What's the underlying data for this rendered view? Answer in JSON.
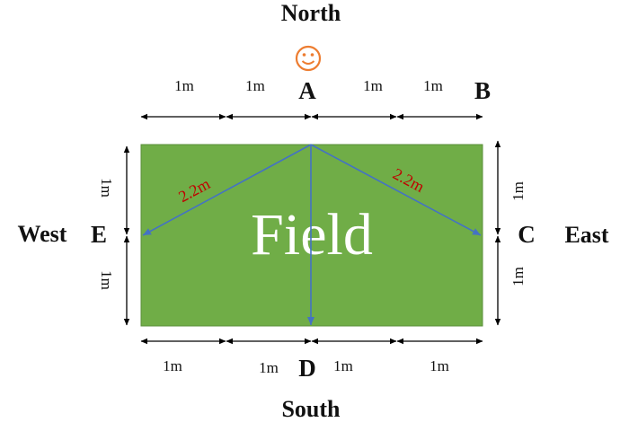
{
  "directions": {
    "north": "North",
    "south": "South",
    "west": "West",
    "east": "East"
  },
  "points": {
    "a": "A",
    "b": "B",
    "c": "C",
    "d": "D",
    "e": "E"
  },
  "field_label": "Field",
  "top_dimensions": [
    "1m",
    "1m",
    "1m",
    "1m"
  ],
  "bottom_dimensions": [
    "1m",
    "1m",
    "1m",
    "1m"
  ],
  "left_dimensions": [
    "1m",
    "1m"
  ],
  "right_dimensions": [
    "1m",
    "1m"
  ],
  "diagonal_labels": {
    "left": "2.2m",
    "right": "2.2m"
  },
  "icons": {
    "observer": "smiley-face-icon"
  },
  "colors": {
    "field": "#70AD47",
    "lines": "#4472C4",
    "diagonal_text": "#C00000",
    "smiley": "#ED7D31",
    "field_text": "#FFFFFF"
  }
}
